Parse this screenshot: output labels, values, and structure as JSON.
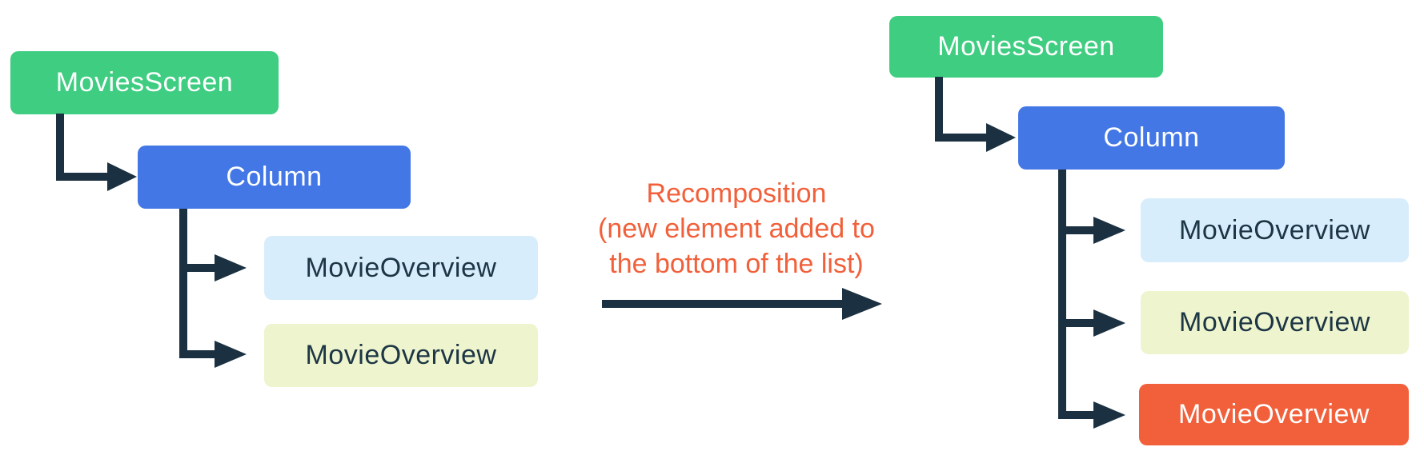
{
  "diagram": {
    "left_tree": {
      "root_label": "MoviesScreen",
      "container_label": "Column",
      "children": [
        {
          "label": "MovieOverview"
        },
        {
          "label": "MovieOverview"
        }
      ]
    },
    "annotation": {
      "lines": [
        "Recomposition",
        "(new element added to",
        "the bottom of the list)"
      ]
    },
    "right_tree": {
      "root_label": "MoviesScreen",
      "container_label": "Column",
      "children": [
        {
          "label": "MovieOverview"
        },
        {
          "label": "MovieOverview"
        },
        {
          "label": "MovieOverview"
        }
      ]
    },
    "colors": {
      "root_green": "#3ECD81",
      "column_blue": "#4377E6",
      "item_light_blue": "#D8EDFB",
      "item_light_yellow": "#EEF4CD",
      "item_new_orange": "#F1603A",
      "connector_navy": "#1B3141",
      "dark_text": "#1C3645",
      "annotation_orange": "#F1603A"
    }
  }
}
